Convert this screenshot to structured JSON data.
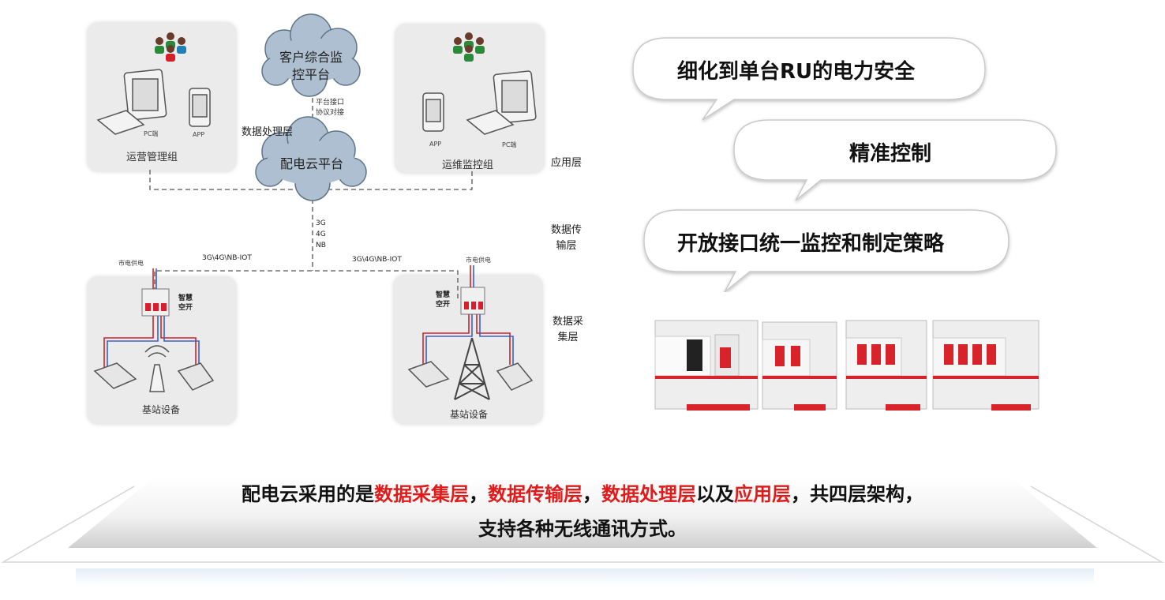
{
  "diagram": {
    "cloud_top": {
      "line1": "客户综合监",
      "line2": "控平台"
    },
    "cloud_main": "配电云平台",
    "platform_interface": {
      "line1": "平台接口",
      "line2": "协议对接"
    },
    "data_processing_label": "数据处理层",
    "left_group_label": "运营管理组",
    "right_group_label": "运维监控组",
    "pc_label": "PC端",
    "app_label": "APP",
    "layers": {
      "application": "应用层",
      "transmission_line1": "数据传",
      "transmission_line2": "输层",
      "collection_line1": "数据采",
      "collection_line2": "集层"
    },
    "network": {
      "g3": "3G",
      "g4": "4G",
      "nb": "NB"
    },
    "link_left": "3G\\4G\\NB-IOT",
    "link_right": "3G\\4G\\NB-IOT",
    "mains_power": "市电供电",
    "smart_switch": {
      "line1": "智慧",
      "line2": "空开"
    },
    "base_station_label": "基站设备"
  },
  "bubbles": [
    {
      "text": "细化到单台RU的电力安全"
    },
    {
      "text": "精准控制"
    },
    {
      "text": "开放接口统一监控和制定策略"
    }
  ],
  "summary": {
    "line1_parts": [
      {
        "text": "配电云采用的是",
        "highlight": false
      },
      {
        "text": "数据采集层",
        "highlight": true
      },
      {
        "text": "，",
        "highlight": false
      },
      {
        "text": "数据传输层",
        "highlight": true
      },
      {
        "text": "，",
        "highlight": false
      },
      {
        "text": "数据处理层",
        "highlight": true
      },
      {
        "text": "以及",
        "highlight": false
      },
      {
        "text": "应用层",
        "highlight": true
      },
      {
        "text": "，共四层架构，",
        "highlight": false
      }
    ],
    "line2": "支持各种无线通讯方式。"
  },
  "colors": {
    "highlight": "#e21a1a",
    "panel": "#ebebeb",
    "cloud": "#a9bccf"
  }
}
